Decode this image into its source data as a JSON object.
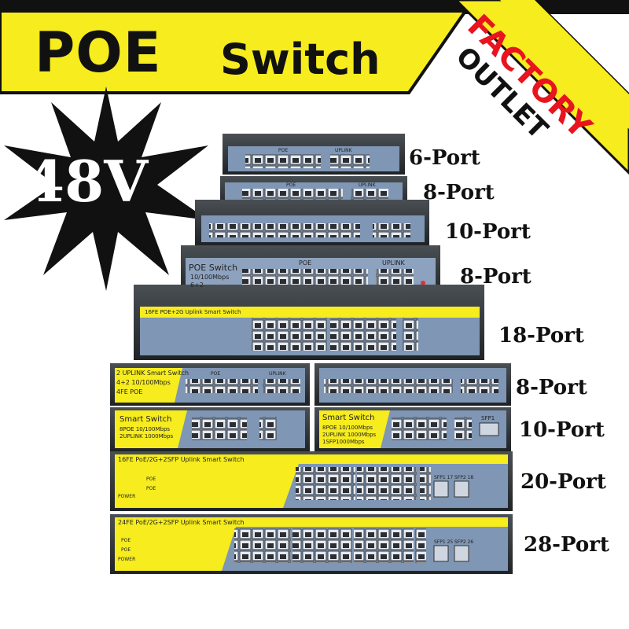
{
  "header": {
    "title": "POE",
    "subtitle": "Switch",
    "voltage": "48V"
  },
  "corner_ribbon": {
    "line1": "FACTORY",
    "line2": "OUTLET"
  },
  "colors": {
    "yellow": "#f6ec1e",
    "red": "#e8141e",
    "black": "#111111",
    "blue_grey": "#6f86a6",
    "dark_body": "#2f3336"
  },
  "switches": [
    {
      "label": "6-Port",
      "panel_title": "",
      "panel_lines": [],
      "section_a": "POE",
      "section_b": "UPLINK"
    },
    {
      "label": "8-Port",
      "panel_title": "",
      "panel_lines": [],
      "section_a": "POE",
      "section_b": "UPLINK"
    },
    {
      "label": "10-Port",
      "panel_title": "",
      "panel_lines": [],
      "section_a": "",
      "section_b": ""
    },
    {
      "label": "8-Port",
      "panel_title": "POE Switch",
      "panel_lines": [
        "10/100Mbps",
        "6+2"
      ],
      "section_a": "POE",
      "section_b": "UPLINK"
    },
    {
      "label": "18-Port",
      "panel_title": "16FE POE+2G Uplink Smart Switch",
      "panel_lines": [],
      "section_a": "",
      "section_b": ""
    },
    {
      "label": "8-Port",
      "panel_title": "2 UPLINK Smart Switch",
      "panel_lines": [
        "4+2 10/100Mbps",
        "4FE POE"
      ],
      "section_a": "POE",
      "section_b": "UPLINK"
    },
    {
      "label": "10-Port",
      "panel_title": "Smart Switch",
      "panel_lines": [
        "8POE 10/100Mbps",
        "2UPLINK 1000Mbps"
      ],
      "panel2_title": "Smart Switch",
      "panel2_lines": [
        "8POE 10/100Mbps",
        "2UPLINK 1000Mbps",
        "1SFP1000Mbps"
      ],
      "sfp": "SFP1"
    },
    {
      "label": "20-Port",
      "panel_title": "16FE PoE/2G+2SFP Uplink Smart Switch",
      "panel_lines": [
        "POE",
        "POE",
        "POWER"
      ],
      "sfp1": "SFP1 17",
      "sfp2": "SFP2 18"
    },
    {
      "label": "28-Port",
      "panel_title": "24FE PoE/2G+2SFP Uplink Smart Switch",
      "panel_lines": [
        "POE",
        "POE",
        "POWER"
      ],
      "sfp1": "SFP1 25",
      "sfp2": "SFP2 26"
    }
  ]
}
